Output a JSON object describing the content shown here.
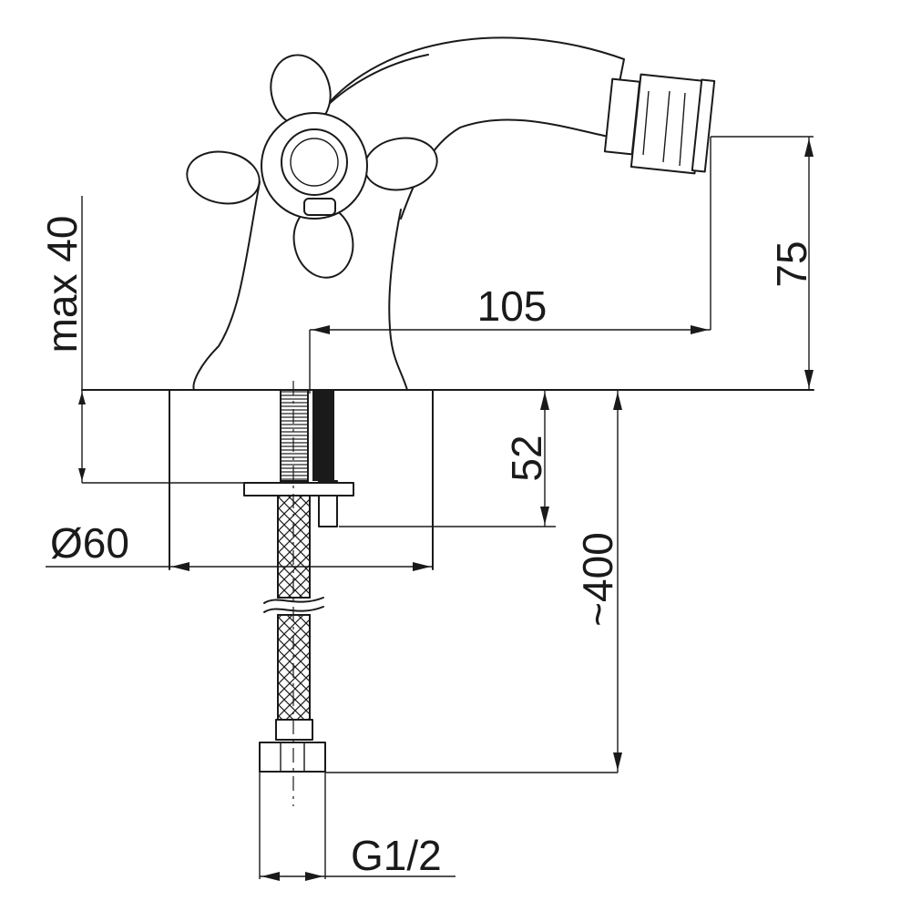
{
  "dimensions": {
    "height_spout": "75",
    "reach": "105",
    "max_deck": "max 40",
    "shank_depth": "52",
    "base_diameter": "Ø60",
    "hose_length": "~400",
    "connection": "G1/2"
  },
  "colors": {
    "line": "#1a1a1a",
    "background": "#ffffff"
  }
}
